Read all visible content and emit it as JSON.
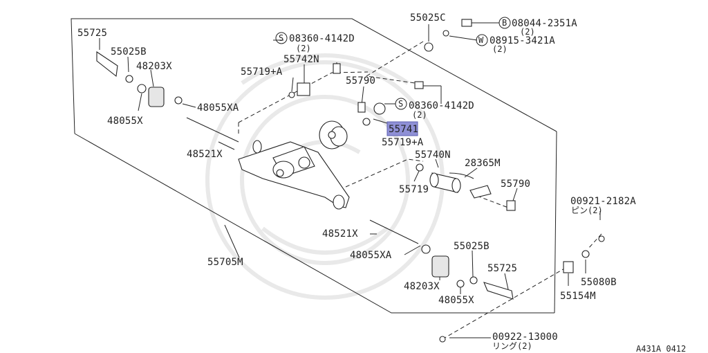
{
  "labels": {
    "p55725_top": "55725",
    "p55025b_top": "55025B",
    "p48203x_top": "48203X",
    "p48055xa_top": "48055XA",
    "p48055x_top": "48055X",
    "p48521x_top": "48521X",
    "p55705m": "55705M",
    "p08360_top": "08360-4142D",
    "p08360_top_qty": "(2)",
    "p55742n": "55742N",
    "p55719a_top": "55719+A",
    "p55790_top": "55790",
    "p55025c": "55025C",
    "p08044": "08044-2351A",
    "p08044_qty": "(2)",
    "p08915": "08915-3421A",
    "p08915_qty": "(2)",
    "p08360_mid": "08360-4142D",
    "p08360_mid_qty": "(2)",
    "p55741": "55741",
    "p55719a_mid": "55719+A",
    "p55740n": "55740N",
    "p28365m": "28365M",
    "p55719": "55719",
    "p55790_mid": "55790",
    "p00921": "00921-2182A",
    "p00921_sub": "ピン(2)",
    "p48521x_bot": "48521X",
    "p48055xa_bot": "48055XA",
    "p55025b_bot": "55025B",
    "p55725_bot": "55725",
    "p48203x_bot": "48203X",
    "p48055x_bot": "48055X",
    "p55080b": "55080B",
    "p55154m": "55154M",
    "p00922": "00922-13000",
    "p00922_sub": "リング(2)",
    "figure_code": "A431A 0412"
  },
  "symbols": {
    "s_letter": "S",
    "b_letter": "B",
    "w_letter": "W"
  },
  "highlight": {
    "part": "55741",
    "color": "#8f90d6"
  }
}
